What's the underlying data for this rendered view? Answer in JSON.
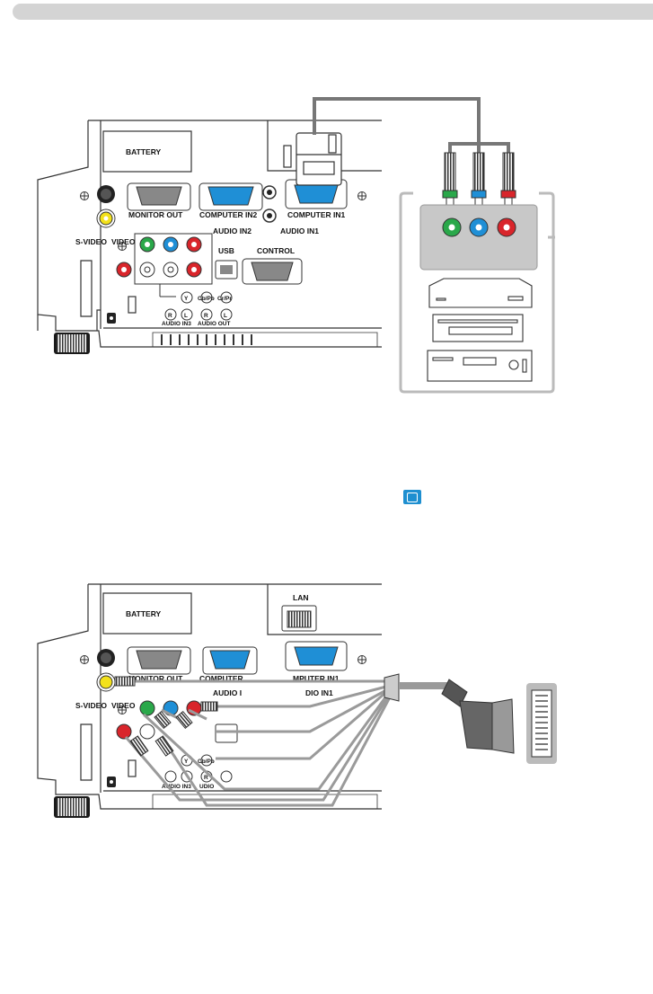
{
  "diagram1": {
    "battery_label": "BATTERY",
    "monitor_out_label": "MONITOR OUT",
    "computer_in2_label": "COMPUTER IN2",
    "computer_in1_label": "COMPUTER IN1",
    "audio_in2_label": "AUDIO IN2",
    "audio_in1_label": "AUDIO IN1",
    "s_video_label": "S-VIDEO",
    "video_label": "VIDEO",
    "usb_label": "USB",
    "control_label": "CONTROL",
    "y_label": "Y",
    "cbpb_label": "Cb/Pb",
    "crpr_label": "Cr/Pr",
    "r_label": "R",
    "l_label": "L",
    "audio_in3_label": "AUDIO IN3",
    "audio_out_label": "AUDIO OUT"
  },
  "diagram2": {
    "battery_label": "BATTERY",
    "lan_label": "LAN",
    "monitor_out_label": "MONITOR OUT",
    "computer_label": "COMPUTER",
    "computer_in1_partial": "MPUTER IN1",
    "audio_partial": "AUDIO I",
    "dio_in1_partial": "DIO IN1",
    "s_video_label": "S-VIDEO",
    "video_label": "VIDEO",
    "y_label": "Y",
    "cbpb_label": "Cb/Pb",
    "r_label": "R",
    "audio_in3_partial": "AUDIO IN3",
    "audio_partial2": "UDIO"
  },
  "colors": {
    "header": "#d4d4d4",
    "green": "#2aa84a",
    "blue": "#1f8fd6",
    "red": "#d9252b",
    "yellow": "#f3e11b",
    "cable_gray": "#8c8c8c",
    "reference_icon": "#1e8fd0"
  },
  "icons": [
    "book-reference-icon",
    "kensington-lock-icon",
    "screw-icon"
  ]
}
